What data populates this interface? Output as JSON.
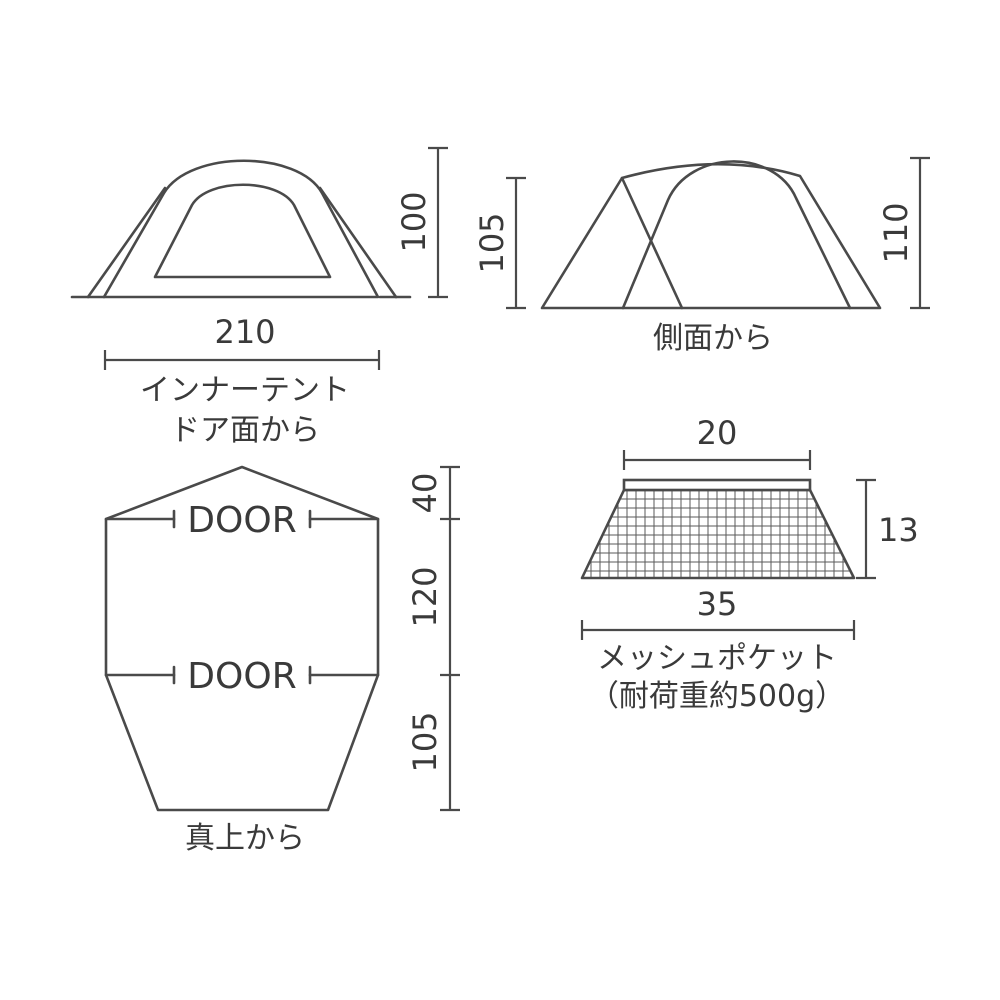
{
  "front_view": {
    "width_label": "210",
    "height_label": "100",
    "caption_line1": "インナーテント",
    "caption_line2": "ドア面から"
  },
  "side_view": {
    "left_height_label": "105",
    "right_height_label": "110",
    "caption": "側面から"
  },
  "top_view": {
    "door_top_label": "DOOR",
    "door_bottom_label": "DOOR",
    "dim_top": "40",
    "dim_middle": "120",
    "dim_bottom": "105",
    "caption": "真上から"
  },
  "mesh_pocket": {
    "top_width_label": "20",
    "bottom_width_label": "35",
    "height_label": "13",
    "caption_line1": "メッシュポケット",
    "caption_line2": "（耐荷重約500g）"
  }
}
